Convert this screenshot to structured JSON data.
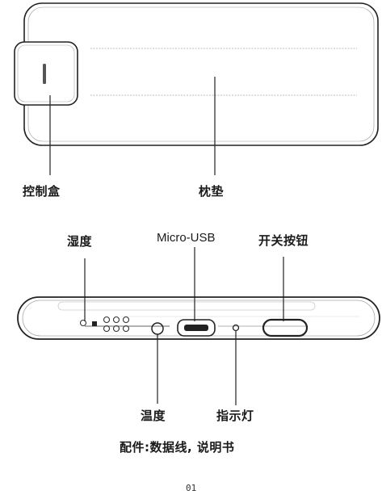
{
  "labels": {
    "control_box": "控制盒",
    "pillow": "枕垫",
    "humidity": "湿度",
    "micro_usb": "Micro-USB",
    "power_button": "开关按钮",
    "temperature": "温度",
    "indicator": "指示灯",
    "accessories": "配件:数据线, 说明书"
  },
  "page_number": "01"
}
